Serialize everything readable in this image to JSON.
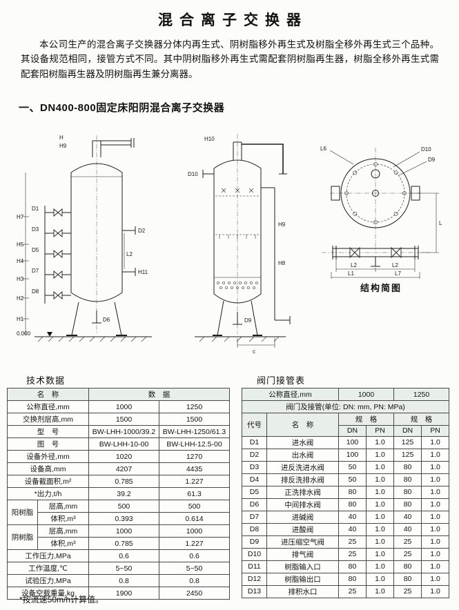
{
  "colors": {
    "header_bg": "#e8efe8",
    "border": "#474747",
    "ink": "#111111"
  },
  "page": {
    "title": "混合离子交换器",
    "intro": "本公司生产的混合离子交换器分体内再生式、阴树脂移外再生式及树脂全移外再生式三个品种。其设备规范相同，接管方式不同。其中阴树脂移外再生式需配套阴树脂再生器，树脂全移外再生式需配套阳树脂再生器及阴树脂再生兼分离器。",
    "section_heading": "一、DN400-800固定床阳阴混合离子交换器",
    "footnote": "*按流速50m/h计算值。"
  },
  "tech_table": {
    "caption": "技术数据",
    "header": {
      "name": "名　称",
      "data": "数　据"
    },
    "rows_top": [
      {
        "name": "公称直径,mm",
        "v1": "1000",
        "v2": "1250"
      },
      {
        "name": "交换剂层高,mm",
        "v1": "1500",
        "v2": "1500"
      },
      {
        "name": "型　号",
        "v1": "BW-LHH-1000/39.2",
        "v2": "BW-LHH-1250/61.3"
      },
      {
        "name": "图　号",
        "v1": "BW-LHH-10-00",
        "v2": "BW-LHH-12.5-00"
      },
      {
        "name": "设备外径,mm",
        "v1": "1020",
        "v2": "1270"
      },
      {
        "name": "设备高,mm",
        "v1": "4207",
        "v2": "4435"
      },
      {
        "name": "设备截面积,m²",
        "v1": "0.785",
        "v2": "1.227"
      },
      {
        "name": "*出力,t/h",
        "v1": "39.2",
        "v2": "61.3"
      }
    ],
    "resin_groups": [
      {
        "group": "阳树脂",
        "sub1": {
          "name": "层高,mm",
          "v1": "500",
          "v2": "500"
        },
        "sub2": {
          "name": "体积,m³",
          "v1": "0.393",
          "v2": "0.614"
        }
      },
      {
        "group": "阴树脂",
        "sub1": {
          "name": "层高,mm",
          "v1": "1000",
          "v2": "1000"
        },
        "sub2": {
          "name": "体积,m³",
          "v1": "0.785",
          "v2": "1.227"
        }
      }
    ],
    "rows_bottom": [
      {
        "name": "工作压力,MPa",
        "v1": "0.6",
        "v2": "0.6"
      },
      {
        "name": "工作温度,℃",
        "v1": "5~50",
        "v2": "5~50"
      },
      {
        "name": "试验压力,MPa",
        "v1": "0.8",
        "v2": "0.8"
      },
      {
        "name": "设备空载重量,kg",
        "v1": "1900",
        "v2": "2450"
      }
    ]
  },
  "valve_table": {
    "caption": "阀门接管表",
    "dn_header": {
      "label": "公称直径,mm",
      "dn1": "1000",
      "dn2": "1250"
    },
    "unit_note": "阀门及接管(单位: DN: mm, PN: MPa)",
    "col_headers": {
      "code": "代号",
      "name": "名　称",
      "spec": "规　格",
      "dn": "DN",
      "pn": "PN"
    },
    "rows": [
      [
        "D1",
        "进水阀",
        "100",
        "1.0",
        "125",
        "1.0"
      ],
      [
        "D2",
        "出水阀",
        "100",
        "1.0",
        "125",
        "1.0"
      ],
      [
        "D3",
        "进反洗进水阀",
        "50",
        "1.0",
        "80",
        "1.0"
      ],
      [
        "D4",
        "排反洗排水阀",
        "50",
        "1.0",
        "80",
        "1.0"
      ],
      [
        "D5",
        "正洗排水阀",
        "80",
        "1.0",
        "80",
        "1.0"
      ],
      [
        "D6",
        "中间排水阀",
        "80",
        "1.0",
        "80",
        "1.0"
      ],
      [
        "D7",
        "进碱阀",
        "40",
        "1.0",
        "40",
        "1.0"
      ],
      [
        "D8",
        "进酸阀",
        "40",
        "1.0",
        "40",
        "1.0"
      ],
      [
        "D9",
        "进压缩空气阀",
        "25",
        "1.0",
        "25",
        "1.0"
      ],
      [
        "D10",
        "排气阀",
        "25",
        "1.0",
        "25",
        "1.0"
      ],
      [
        "D11",
        "树脂输入口",
        "80",
        "1.0",
        "80",
        "1.0"
      ],
      [
        "D12",
        "树脂输出口",
        "80",
        "1.0",
        "80",
        "1.0"
      ],
      [
        "D13",
        "排积水口",
        "25",
        "1.0",
        "25",
        "1.0"
      ]
    ]
  },
  "diagrams": {
    "vessel1": {
      "labels": {
        "h": "H",
        "h9": "H9",
        "h7": "H7",
        "h5": "H5",
        "h4": "H4",
        "h3": "H3",
        "h2": "H2",
        "h1": "H1",
        "h11": "H11",
        "l2": "L2",
        "zero": "0.000",
        "d1": "D1",
        "d2": "D2",
        "d3": "D3",
        "d5": "D5",
        "d6": "D6",
        "d7": "D7",
        "d8": "D8"
      }
    },
    "vessel2": {
      "labels": {
        "h10": "H10",
        "h9": "H9",
        "h8": "H8",
        "d10": "D10",
        "d9": "D9",
        "c": "c"
      }
    },
    "topview": {
      "caption": "结构简图",
      "labels": {
        "l6": "L6",
        "d10": "D10",
        "d9": "D9",
        "l": "L",
        "l2a": "L2",
        "l2b": "L2",
        "l1a": "L1",
        "l7": "L7"
      }
    }
  }
}
